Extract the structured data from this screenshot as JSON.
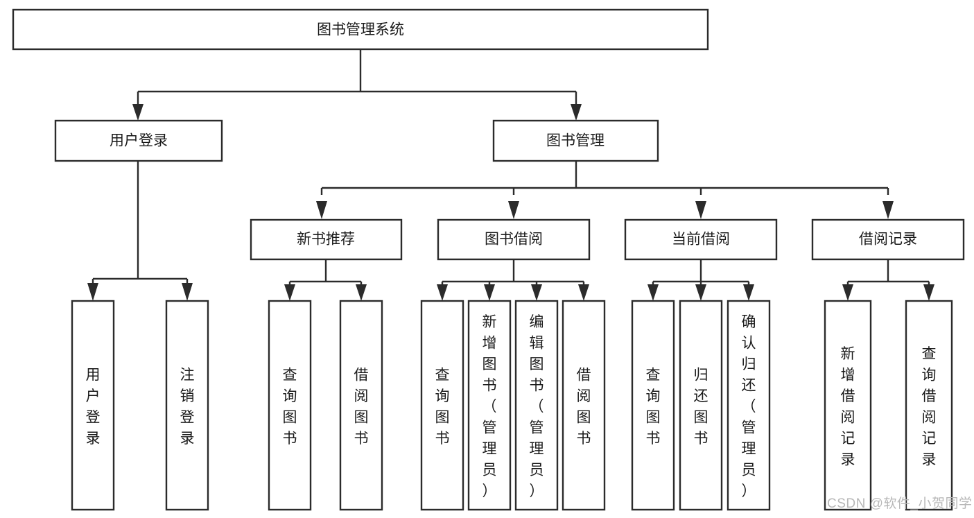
{
  "diagram": {
    "title": "图书管理系统",
    "type": "tree-hierarchy-chart",
    "watermark": "CSDN @软件_小贺同学",
    "colors": {
      "stroke": "#2b2b2b",
      "fill": "#ffffff",
      "text": "#1a1a1a",
      "watermark": "#b8b8b8"
    },
    "levels": {
      "root": {
        "label": "图书管理系统"
      },
      "level2": [
        {
          "id": "user-login",
          "label": "用户登录"
        },
        {
          "id": "book-manage",
          "label": "图书管理"
        }
      ],
      "level3": [
        {
          "id": "new-book-recommend",
          "label": "新书推荐",
          "parent": "book-manage"
        },
        {
          "id": "book-borrow",
          "label": "图书借阅",
          "parent": "book-manage"
        },
        {
          "id": "current-borrow",
          "label": "当前借阅",
          "parent": "book-manage"
        },
        {
          "id": "borrow-record",
          "label": "借阅记录",
          "parent": "book-manage"
        }
      ],
      "leaves": [
        {
          "id": "leaf-user-login",
          "label": "用户登录",
          "parent": "user-login"
        },
        {
          "id": "leaf-logout-login",
          "label": "注销登录",
          "parent": "user-login"
        },
        {
          "id": "leaf-query-book-1",
          "label": "查询图书",
          "parent": "new-book-recommend"
        },
        {
          "id": "leaf-borrow-book-1",
          "label": "借阅图书",
          "parent": "new-book-recommend"
        },
        {
          "id": "leaf-query-book-2",
          "label": "查询图书",
          "parent": "book-borrow"
        },
        {
          "id": "leaf-add-book",
          "label": "新增图书（管理员）",
          "parent": "book-borrow"
        },
        {
          "id": "leaf-edit-book",
          "label": "编辑图书（管理员）",
          "parent": "book-borrow"
        },
        {
          "id": "leaf-borrow-book-2",
          "label": "借阅图书",
          "parent": "book-borrow"
        },
        {
          "id": "leaf-query-book-3",
          "label": "查询图书",
          "parent": "current-borrow"
        },
        {
          "id": "leaf-return-book",
          "label": "归还图书",
          "parent": "current-borrow"
        },
        {
          "id": "leaf-confirm-return",
          "label": "确认归还（管理员）",
          "parent": "current-borrow"
        },
        {
          "id": "leaf-add-record",
          "label": "新增借阅记录",
          "parent": "borrow-record"
        },
        {
          "id": "leaf-query-record",
          "label": "查询借阅记录",
          "parent": "borrow-record"
        }
      ]
    },
    "chart_data": {
      "type": "tree",
      "title": "图书管理系统",
      "nodes": [
        {
          "level": 1,
          "label": "图书管理系统",
          "children": [
            "用户登录",
            "图书管理"
          ]
        },
        {
          "level": 2,
          "label": "用户登录",
          "children": [
            "用户登录",
            "注销登录"
          ]
        },
        {
          "level": 2,
          "label": "图书管理",
          "children": [
            "新书推荐",
            "图书借阅",
            "当前借阅",
            "借阅记录"
          ]
        },
        {
          "level": 3,
          "label": "新书推荐",
          "children": [
            "查询图书",
            "借阅图书"
          ]
        },
        {
          "level": 3,
          "label": "图书借阅",
          "children": [
            "查询图书",
            "新增图书（管理员）",
            "编辑图书（管理员）",
            "借阅图书"
          ]
        },
        {
          "level": 3,
          "label": "当前借阅",
          "children": [
            "查询图书",
            "归还图书",
            "确认归还（管理员）"
          ]
        },
        {
          "level": 3,
          "label": "借阅记录",
          "children": [
            "新增借阅记录",
            "查询借阅记录"
          ]
        }
      ]
    }
  }
}
